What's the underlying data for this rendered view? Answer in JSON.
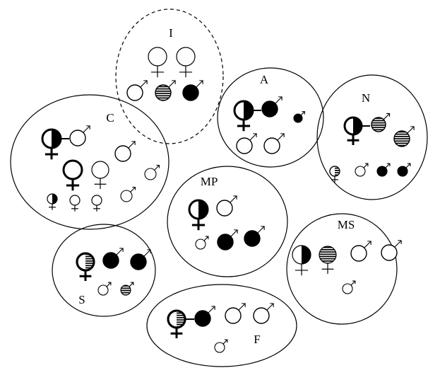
{
  "groups": [
    {
      "id": "I",
      "label": "I",
      "boundary": "dashed"
    },
    {
      "id": "A",
      "label": "A",
      "boundary": "solid"
    },
    {
      "id": "N",
      "label": "N",
      "boundary": "solid"
    },
    {
      "id": "C",
      "label": "C",
      "boundary": "solid"
    },
    {
      "id": "MP",
      "label": "MP",
      "boundary": "solid"
    },
    {
      "id": "MS",
      "label": "MS",
      "boundary": "solid"
    },
    {
      "id": "S",
      "label": "S",
      "boundary": "solid"
    },
    {
      "id": "F",
      "label": "F",
      "boundary": "solid"
    }
  ],
  "symbol_legend": {
    "female": "female-symbol-icon",
    "male": "male-symbol-icon",
    "fills": [
      "open",
      "solid-black",
      "striped",
      "half-black",
      "half-striped"
    ]
  },
  "colors": {
    "stroke": "#000000",
    "fill": "#000000",
    "background": "#ffffff"
  }
}
